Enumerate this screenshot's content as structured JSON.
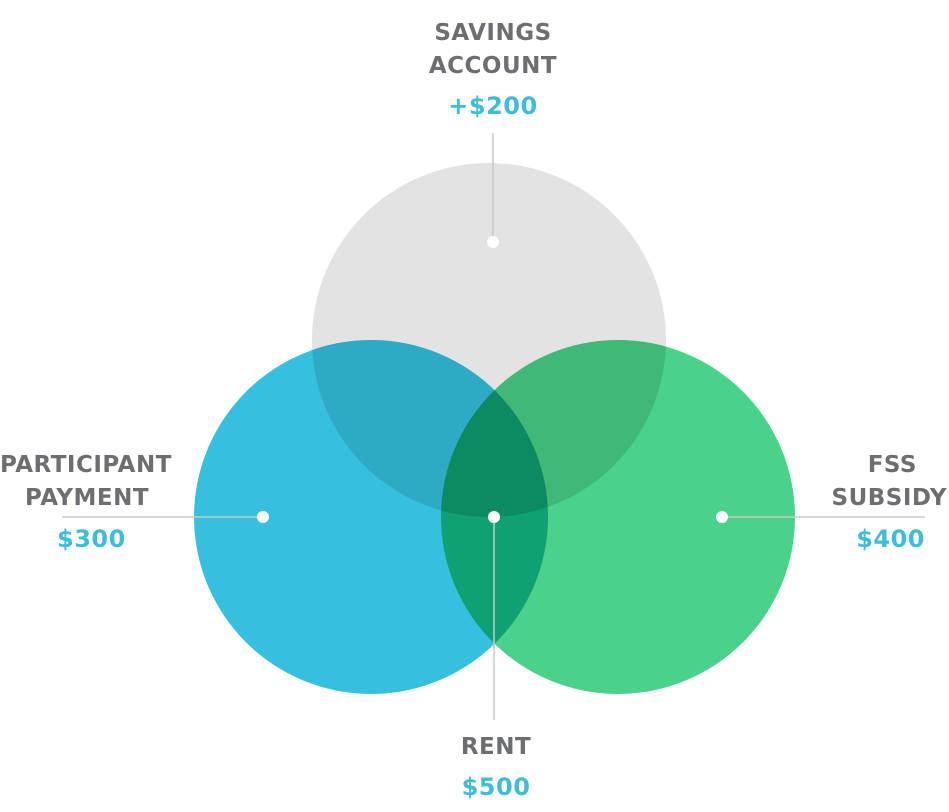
{
  "diagram": {
    "savings": {
      "label_line1": "SAVINGS",
      "label_line2": "ACCOUNT",
      "value": "+$200"
    },
    "participant": {
      "label_line1": "PARTICIPANT",
      "label_line2": "PAYMENT",
      "value": "$300"
    },
    "fss": {
      "label_line1": "FSS",
      "label_line2": "SUBSIDY",
      "value": "$400"
    },
    "rent": {
      "label": "RENT",
      "value": "$500"
    }
  },
  "colors": {
    "gray_circle": "#e3e3e3",
    "blue_circle": "#36c0df",
    "green_circle": "#4bd28a",
    "blue_gray_overlap": "#2ea9c6",
    "green_gray_overlap": "#40b878",
    "blue_green_overlap": "#0fa173",
    "center_overlap": "#0c8b62",
    "label_text": "#6d6e71",
    "value_text": "#3fbcdc",
    "connector_line": "#c8c8c8"
  }
}
